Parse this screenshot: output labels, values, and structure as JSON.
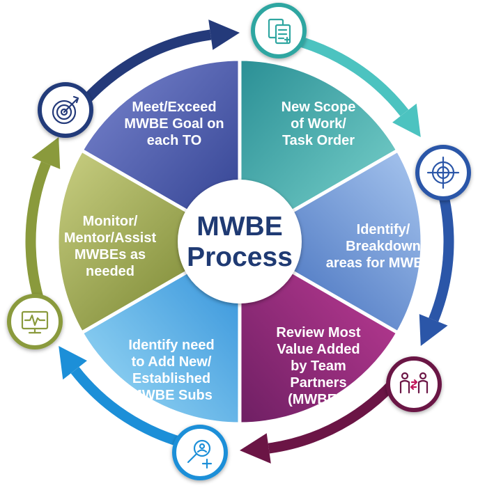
{
  "center": {
    "line1": "MWBE",
    "line2": "Process"
  },
  "steps": [
    {
      "label": "Meet/Exceed\nMWBE Goal on\neach TO",
      "icon": "target-with-dart-icon",
      "color": "#5b67b5"
    },
    {
      "label": "New Scope\nof Work/\nTask Order",
      "icon": "clipboard-documents-icon",
      "color": "#2fa6a1"
    },
    {
      "label": "Identify/\nBreakdown\nareas for MWBEs",
      "icon": "crosshair-icon",
      "color": "#3d6fc0"
    },
    {
      "label": "Review Most\nValue Added\nby Team\nPartners\n(MWBEs)",
      "icon": "people-exchange-icon",
      "color": "#a72a86"
    },
    {
      "label": "Identify need\nto Add New/\nEstablished\nMWBE Subs",
      "icon": "search-add-person-icon",
      "color": "#2e9fd9"
    },
    {
      "label": "Monitor/\nMentor/Assist\nMWBEs as\nneeded",
      "icon": "monitor-pulse-icon",
      "color": "#8c9a3a"
    }
  ],
  "arrow_colors": [
    "#243a7a",
    "#4cc3c0",
    "#2b56a8",
    "#6b1545",
    "#1c8fd8",
    "#8a9a3c"
  ]
}
